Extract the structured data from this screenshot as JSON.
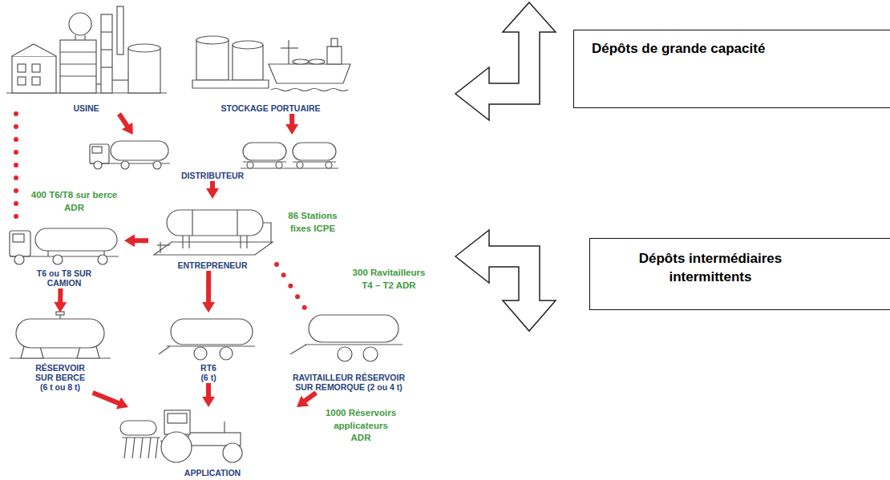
{
  "diagram": {
    "nodes": [
      {
        "text": [
          "USINE"
        ]
      },
      {
        "text": [
          "STOCKAGE PORTUAIRE"
        ]
      },
      {
        "text": [
          "Dépôts de grande capacité"
        ]
      },
      {
        "text": [
          "DISTRIBUTEUR"
        ]
      },
      {
        "text": [
          "ENTREPRENEUR"
        ]
      },
      {
        "text": [
          "T6 ou T8 SUR CAMION"
        ]
      },
      {
        "text": [
          "Dépôts intermédiaires intermittents"
        ]
      },
      {
        "text": [
          "RÉSERVOIR SUR BERCE (6 t ou 8 t)"
        ]
      },
      {
        "text": [
          "RT6 (6 t)"
        ]
      },
      {
        "text": [
          "RAVITAILLEUR RÉSERVOIR SUR REMORQUE (2 ou 4 t)"
        ]
      },
      {
        "text": [
          "APPLICATION"
        ]
      }
    ],
    "edges": [
      {
        "from": 0,
        "to": 3,
        "arrow": "to"
      },
      {
        "from": 1,
        "to": 3,
        "arrow": "to"
      },
      {
        "from": 3,
        "to": 4,
        "arrow": "to"
      },
      {
        "from": 4,
        "to": 5,
        "arrow": "to"
      },
      {
        "from": 4,
        "to": 8,
        "arrow": "to"
      },
      {
        "from": 5,
        "to": 7,
        "arrow": "to"
      },
      {
        "from": 7,
        "to": 10,
        "arrow": "to"
      },
      {
        "from": 8,
        "to": 10,
        "arrow": "to"
      },
      {
        "from": 9,
        "to": 10,
        "arrow": "to"
      },
      {
        "from": 0,
        "to": 5,
        "arrow": "none"
      },
      {
        "from": 4,
        "to": 9,
        "arrow": "none"
      }
    ],
    "labels": [
      "400 T6/T8 sur berce ADR",
      "86 Stations fixes ICPE",
      "300 Ravitailleurs T4 – T2 ADR",
      "1000 Réservoirs applicateurs ADR"
    ]
  }
}
